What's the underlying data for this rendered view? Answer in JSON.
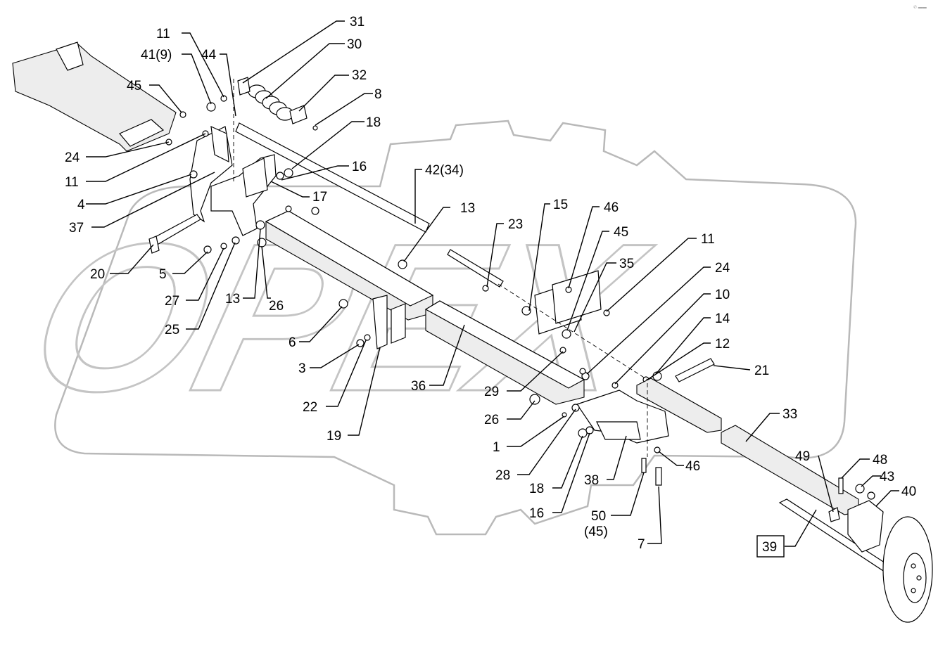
{
  "diagram": {
    "watermark_text": "OPEX",
    "corner_mark": "✆ ▬▬",
    "callouts": [
      {
        "id": "c31",
        "text": "31"
      },
      {
        "id": "c30",
        "text": "30"
      },
      {
        "id": "c32",
        "text": "32"
      },
      {
        "id": "c8",
        "text": "8"
      },
      {
        "id": "c18a",
        "text": "18"
      },
      {
        "id": "c16a",
        "text": "16"
      },
      {
        "id": "c17",
        "text": "17"
      },
      {
        "id": "c11a",
        "text": "11"
      },
      {
        "id": "c41",
        "text": "41(9)"
      },
      {
        "id": "c44",
        "text": "44"
      },
      {
        "id": "c45a",
        "text": "45"
      },
      {
        "id": "c24a",
        "text": "24"
      },
      {
        "id": "c11b",
        "text": "11"
      },
      {
        "id": "c4",
        "text": "4"
      },
      {
        "id": "c37",
        "text": "37"
      },
      {
        "id": "c20",
        "text": "20"
      },
      {
        "id": "c5",
        "text": "5"
      },
      {
        "id": "c27",
        "text": "27"
      },
      {
        "id": "c25",
        "text": "25"
      },
      {
        "id": "c13a",
        "text": "13"
      },
      {
        "id": "c26a",
        "text": "26"
      },
      {
        "id": "c42",
        "text": "42(34)"
      },
      {
        "id": "c13b",
        "text": "13"
      },
      {
        "id": "c6",
        "text": "6"
      },
      {
        "id": "c3",
        "text": "3"
      },
      {
        "id": "c22",
        "text": "22"
      },
      {
        "id": "c19",
        "text": "19"
      },
      {
        "id": "c36",
        "text": "36"
      },
      {
        "id": "c23",
        "text": "23"
      },
      {
        "id": "c15",
        "text": "15"
      },
      {
        "id": "c46a",
        "text": "46"
      },
      {
        "id": "c45b",
        "text": "45"
      },
      {
        "id": "c35",
        "text": "35"
      },
      {
        "id": "c11c",
        "text": "11"
      },
      {
        "id": "c24b",
        "text": "24"
      },
      {
        "id": "c10",
        "text": "10"
      },
      {
        "id": "c14",
        "text": "14"
      },
      {
        "id": "c12",
        "text": "12"
      },
      {
        "id": "c21",
        "text": "21"
      },
      {
        "id": "c29",
        "text": "29"
      },
      {
        "id": "c26b",
        "text": "26"
      },
      {
        "id": "c1",
        "text": "1"
      },
      {
        "id": "c28",
        "text": "28"
      },
      {
        "id": "c18b",
        "text": "18"
      },
      {
        "id": "c16b",
        "text": "16"
      },
      {
        "id": "c38",
        "text": "38"
      },
      {
        "id": "c46b",
        "text": "46"
      },
      {
        "id": "c50",
        "text": "50"
      },
      {
        "id": "c50sub",
        "text": "(45)"
      },
      {
        "id": "c7",
        "text": "7"
      },
      {
        "id": "c33",
        "text": "33"
      },
      {
        "id": "c49",
        "text": "49"
      },
      {
        "id": "c48",
        "text": "48"
      },
      {
        "id": "c43",
        "text": "43"
      },
      {
        "id": "c40",
        "text": "40"
      },
      {
        "id": "c39",
        "text": "39"
      }
    ]
  }
}
